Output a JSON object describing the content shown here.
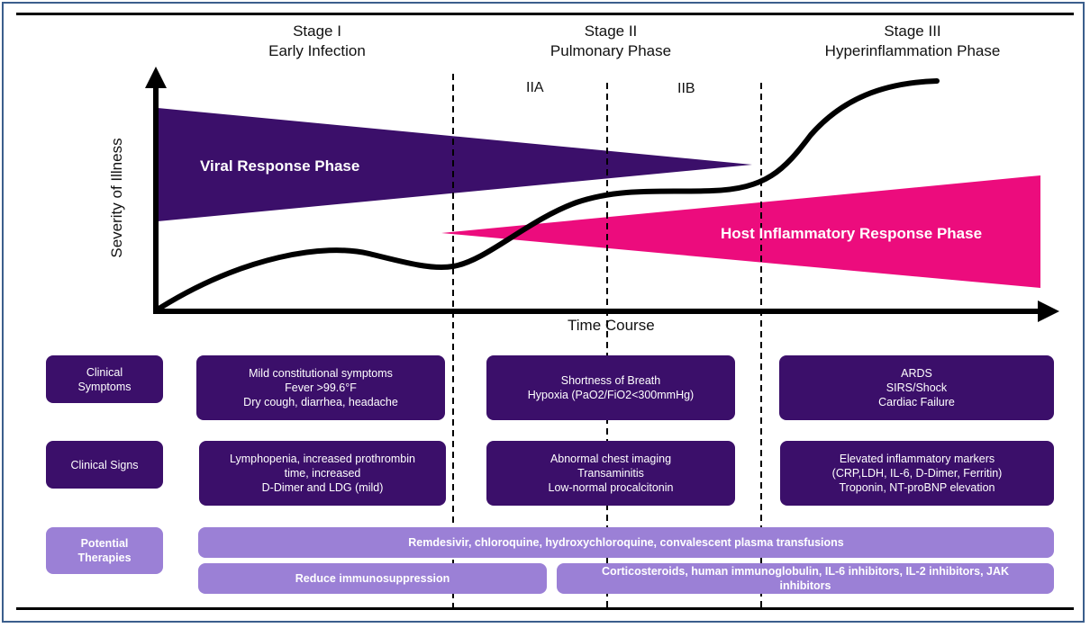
{
  "stages": [
    {
      "title": "Stage I",
      "subtitle": "Early Infection"
    },
    {
      "title": "Stage II",
      "subtitle": "Pulmonary Phase"
    },
    {
      "title": "Stage III",
      "subtitle": "Hyperinflammation Phase"
    }
  ],
  "substages": [
    "IIA",
    "IIB"
  ],
  "axes": {
    "y_label": "Severity of Illness",
    "x_label": "Time Course"
  },
  "phases": {
    "viral": "Viral Response Phase",
    "host": "Host Inflammatory Response Phase"
  },
  "colors": {
    "viral": "#3b0f6a",
    "host": "#ec0c7d",
    "row_label": "#3b0f6a",
    "therapy": "#9b80d6",
    "frame": "#3b5e8c"
  },
  "rows": {
    "symptoms": {
      "label": [
        "Clinical",
        "Symptoms"
      ],
      "cells": [
        [
          "Mild constitutional symptoms",
          "Fever  >99.6°F",
          "Dry cough,  diarrhea,  headache"
        ],
        [
          "Shortness of Breath",
          "Hypoxia (PaO2/FiO2<300mmHg)"
        ],
        [
          "ARDS",
          "SIRS/Shock",
          "Cardiac Failure"
        ]
      ]
    },
    "signs": {
      "label": [
        "Clinical Signs"
      ],
      "cells": [
        [
          "Lymphopenia,  increased prothrombin",
          "time,  increased",
          "D-Dimer and LDG (mild)"
        ],
        [
          "Abnormal chest imaging",
          "Transaminitis",
          "Low-normal  procalcitonin"
        ],
        [
          "Elevated inflammatory markers",
          "(CRP,LDH,  IL-6,  D-Dimer,  Ferritin)",
          "Troponin,  NT-proBNP  elevation"
        ]
      ]
    },
    "therapies": {
      "label": [
        "Potential",
        "Therapies"
      ],
      "all": "Remdesivir, chloroquine, hydroxychloroquine, convalescent plasma transfusions",
      "early": "Reduce immunosuppression",
      "late": [
        "Corticosteroids,  human immunoglobulin, IL-6 inhibitors, IL-2 inhibitors, JAK",
        "inhibitors"
      ]
    }
  }
}
